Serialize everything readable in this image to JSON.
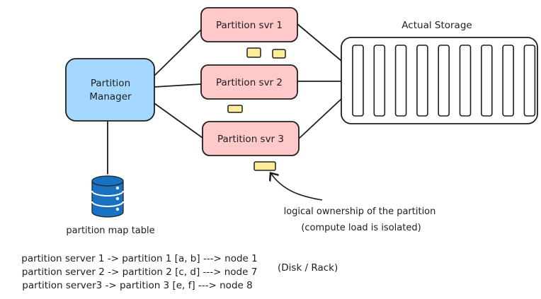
{
  "nodes": {
    "partition_manager": {
      "line1": "Partition",
      "line2": "Manager"
    },
    "svr1": "Partition svr 1",
    "svr2": "Partition svr 2",
    "svr3": "Partition svr 3",
    "storage": "Actual Storage",
    "map_table": "partition map table"
  },
  "annotation": {
    "line1": "logical ownership of the partition",
    "line2": "(compute load is isolated)"
  },
  "mapping": {
    "rows": [
      "partition server 1 -> partition 1 [a, b] ---> node 1",
      "partition server 2 -> partition 2 [c, d] ---> node 7",
      "partition server3 -> partition 3 [e, f] ---> node 8"
    ],
    "side_note": "(Disk / Rack)"
  },
  "colors": {
    "manager_fill": "#a5d8ff",
    "server_fill": "#ffc9c9",
    "partition_chip": "#ffec99",
    "database": "#1971c2",
    "stroke": "#1e1e1e"
  },
  "icons": [
    "database-icon",
    "curved-arrow-icon"
  ]
}
